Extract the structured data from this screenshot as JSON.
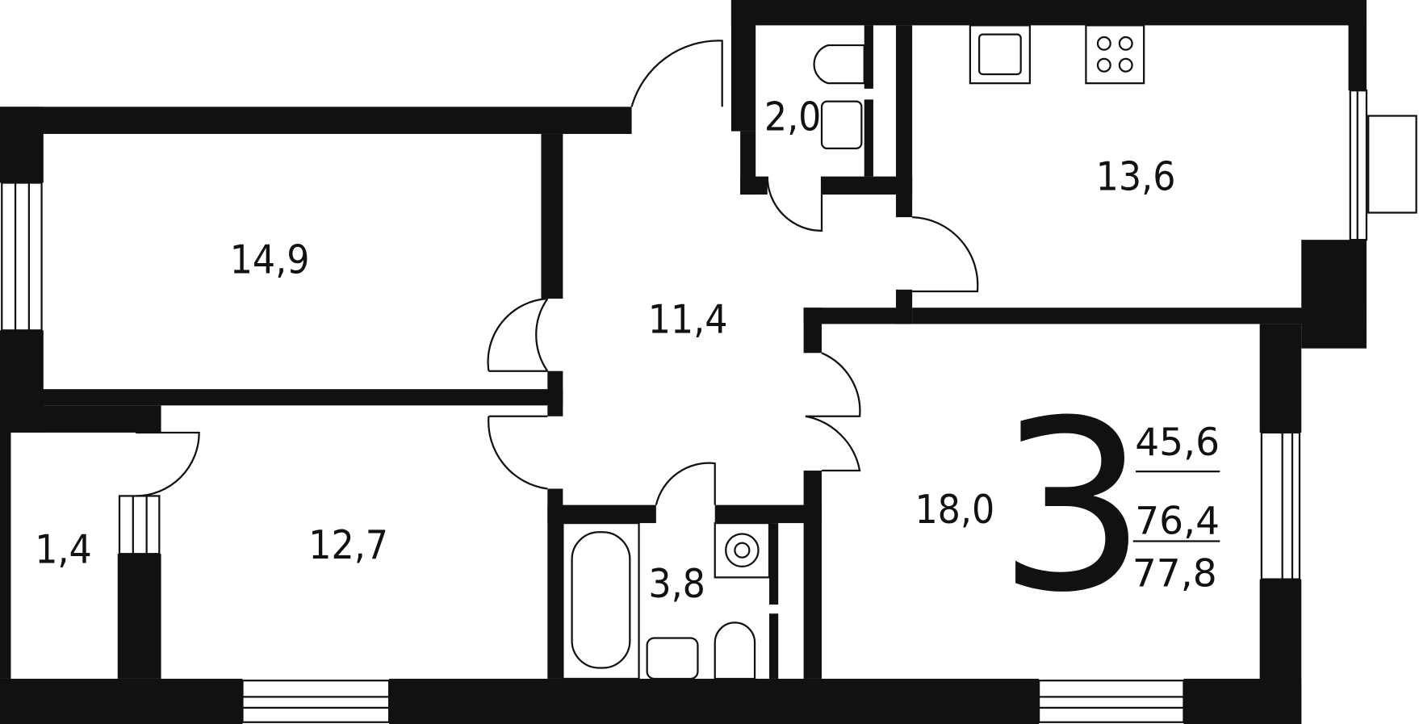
{
  "plan": {
    "rooms": [
      {
        "id": "room-bedroom-1",
        "area": "14,9"
      },
      {
        "id": "room-hall",
        "area": "11,4"
      },
      {
        "id": "room-wc",
        "area": "2,0"
      },
      {
        "id": "room-kitchen",
        "area": "13,6"
      },
      {
        "id": "room-bedroom-3",
        "area": "18,0"
      },
      {
        "id": "room-storage",
        "area": "1,4"
      },
      {
        "id": "room-bedroom-2",
        "area": "12,7"
      },
      {
        "id": "room-bathroom",
        "area": "3,8"
      }
    ],
    "room_count": "3",
    "areas": {
      "living": "45,6",
      "total": "76,4",
      "total_with_balcony": "77,8"
    },
    "colors": {
      "wall": "#111111",
      "background": "#ffffff"
    }
  }
}
